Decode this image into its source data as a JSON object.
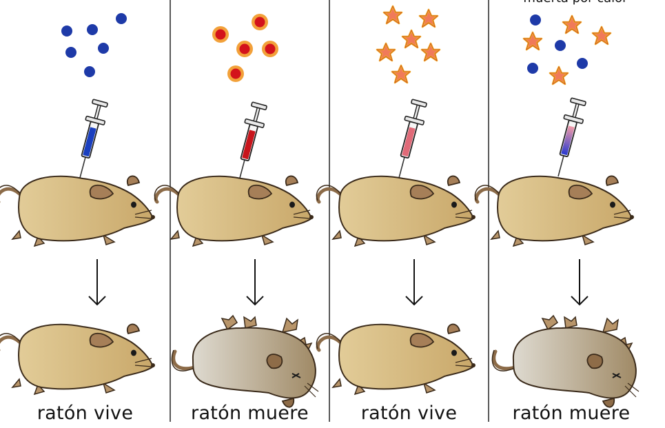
{
  "top_caption": "muerta por calor",
  "panels": [
    {
      "outcome": "ratón vive",
      "inoculum": "blue-dots",
      "syringe_color": "#1a3fbf",
      "result": "lives"
    },
    {
      "outcome": "ratón muere",
      "inoculum": "red-cells",
      "syringe_color": "#c8151c",
      "result": "dies"
    },
    {
      "outcome": "ratón vive",
      "inoculum": "orange-stars",
      "syringe_color": "#e06a78",
      "result": "lives"
    },
    {
      "outcome": "ratón muere",
      "inoculum": "dots-and-stars",
      "syringe_color": "#6a5adc",
      "result": "dies"
    }
  ],
  "colors": {
    "blue_dot": "#1e3aa8",
    "red_cell": "#d3121b",
    "red_cell_ring": "#f2a13a",
    "star_fill": "#f07a5a",
    "star_edge": "#f2b02a",
    "mouse_alive": "#d8c08a",
    "mouse_dead": "#c9bfa6"
  }
}
